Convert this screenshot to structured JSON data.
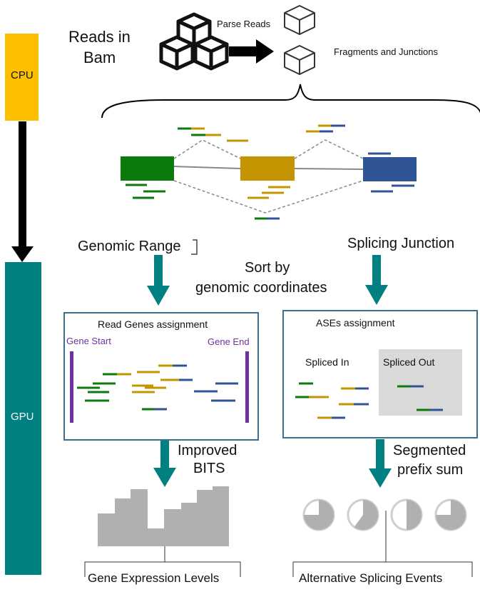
{
  "processors": {
    "cpu": "CPU",
    "gpu": "GPU"
  },
  "input": {
    "reads_line1": "Reads in",
    "reads_line2": "Bam"
  },
  "parse": {
    "label": "Parse Reads",
    "output": "Fragments and Junctions"
  },
  "branches": {
    "left": "Genomic Range",
    "right": "Splicing Junction"
  },
  "sort": {
    "line1": "Sort by",
    "line2": "genomic coordinates"
  },
  "gene_panel": {
    "title": "Read Genes assignment",
    "start": "Gene Start",
    "end": "Gene End"
  },
  "ase_panel": {
    "title": "ASEs assignment",
    "spliced_in": "Spliced In",
    "spliced_out": "Spliced Out"
  },
  "algorithms": {
    "left_line1": "Improved",
    "left_line2": "BITS",
    "right_line1": "Segmented",
    "right_line2": "prefix sum"
  },
  "outputs": {
    "left": "Gene Expression Levels",
    "right": "Alternative Splicing Events"
  },
  "colors": {
    "cpu": "#fcc000",
    "gpu": "#008080",
    "arrow": "#008080",
    "exon_green": "#0a7a0a",
    "exon_gold": "#c59400",
    "exon_blue": "#2f5597",
    "gene_marker": "#7030a0",
    "panel_border": "#3b6e8f",
    "output_gray": "#b0b0b0"
  },
  "pie_fractions": [
    0.25,
    0.4,
    0.5,
    0.25
  ]
}
